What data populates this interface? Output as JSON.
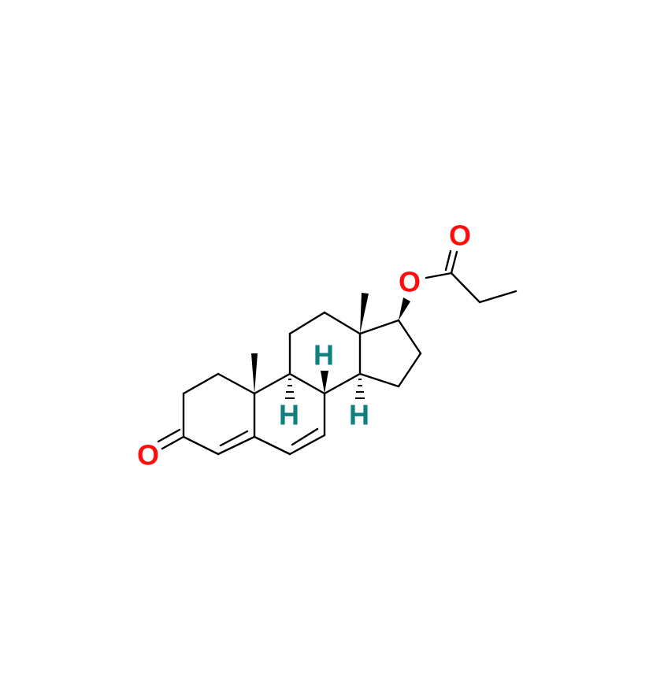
{
  "molecule": {
    "atoms": {
      "o_ketone": "O",
      "o_ester": "O",
      "o_carbonyl": "O",
      "h8": "H",
      "h9": "H",
      "h14": "H"
    },
    "colors": {
      "oxygen": "#ff0d0d",
      "hydrogen": "#0f7f7f",
      "bond": "#000000"
    }
  }
}
